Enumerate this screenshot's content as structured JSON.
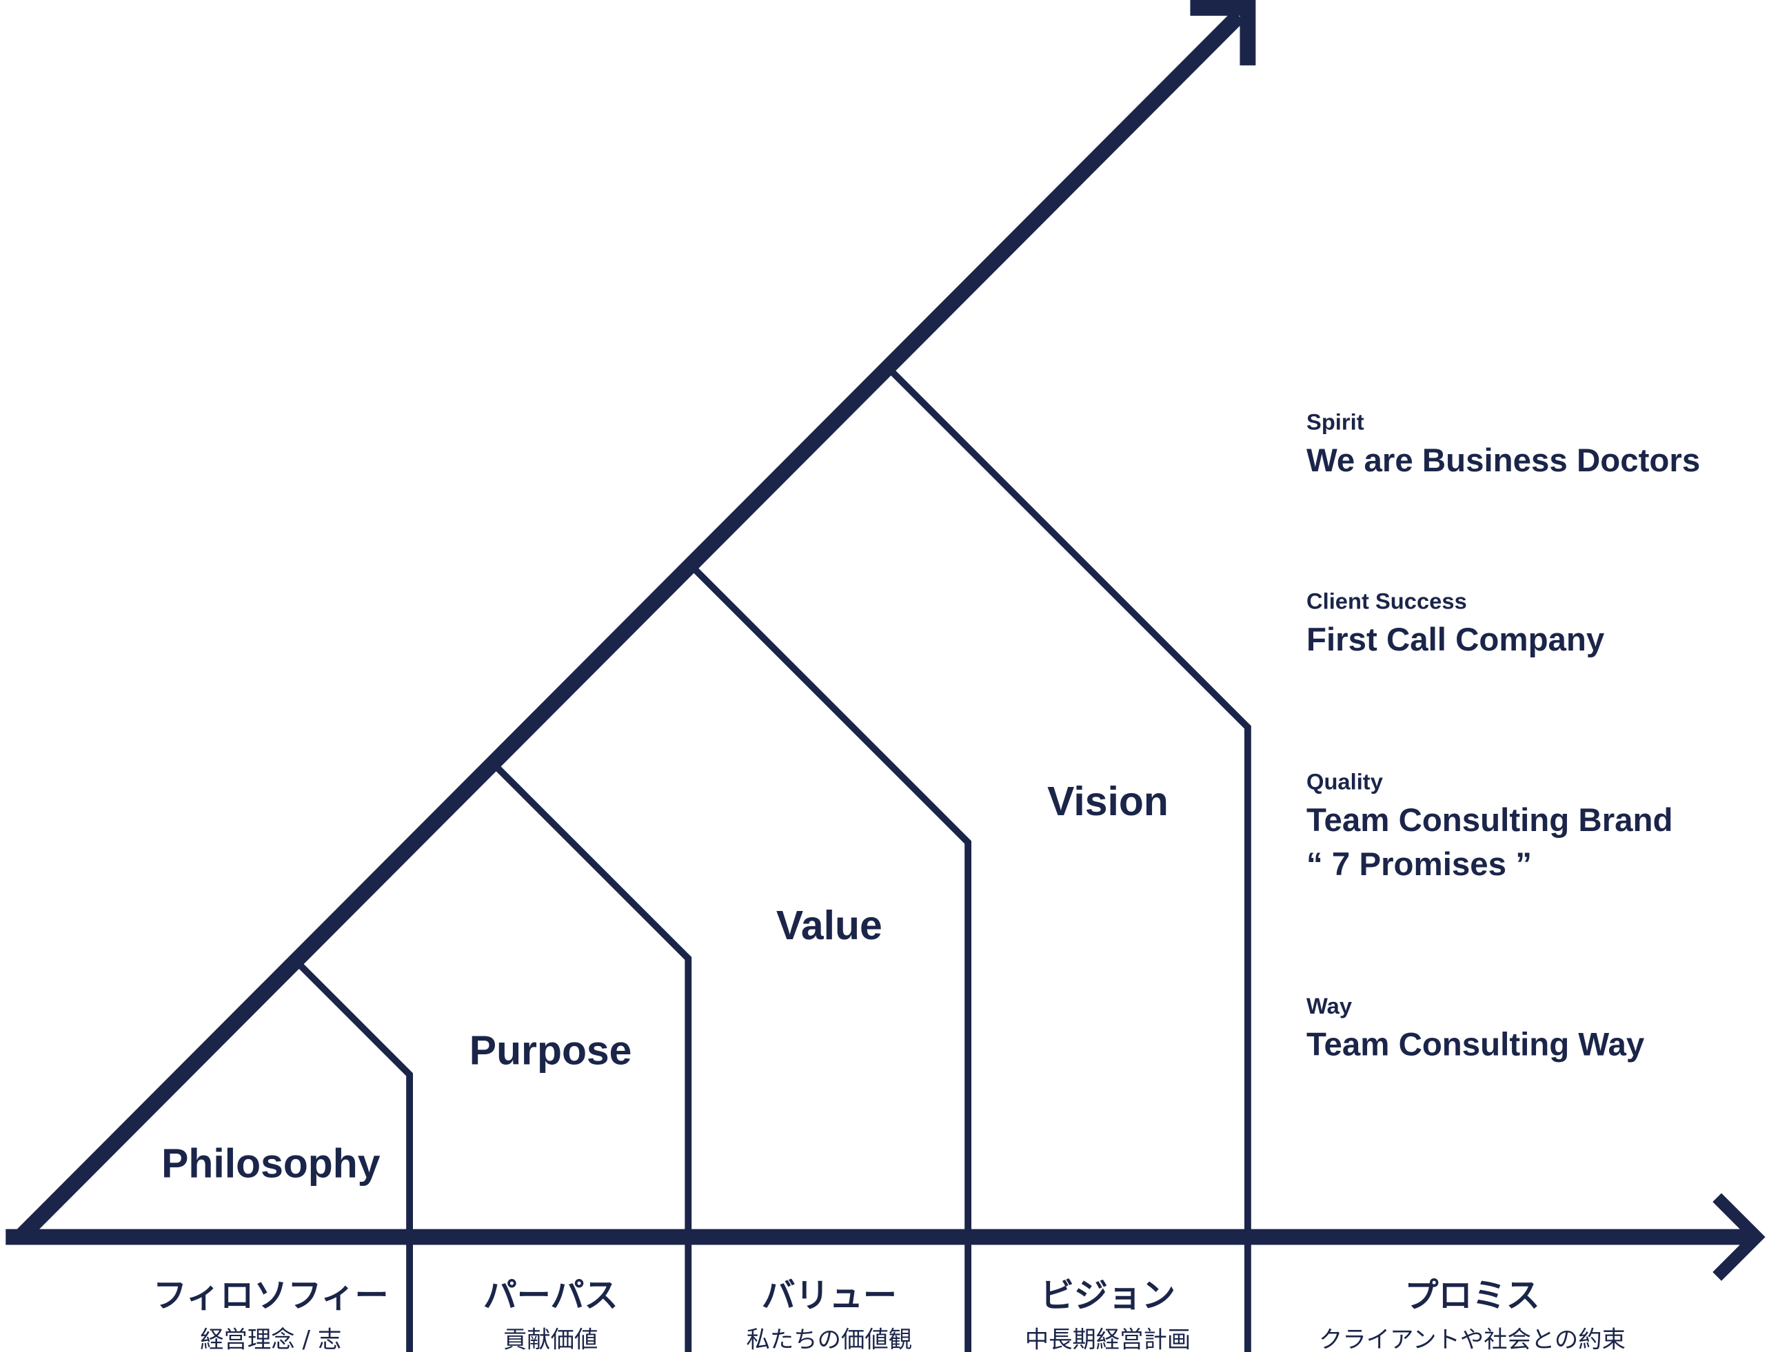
{
  "color": "#1b2549",
  "stages": [
    {
      "label": "Philosophy"
    },
    {
      "label": "Purpose"
    },
    {
      "label": "Value"
    },
    {
      "label": "Vision"
    }
  ],
  "axis_labels": [
    {
      "title": "フィロソフィー",
      "sub": "経営理念 / 志"
    },
    {
      "title": "パーパス",
      "sub": "貢献価値"
    },
    {
      "title": "バリュー",
      "sub": "私たちの価値観"
    },
    {
      "title": "ビジョン",
      "sub": "中長期経営計画"
    },
    {
      "title": "プロミス",
      "sub": "クライアントや社会との約束"
    }
  ],
  "promises": [
    {
      "caption": "Spirit",
      "lines": [
        "We are Business Doctors"
      ]
    },
    {
      "caption": "Client Success",
      "lines": [
        "First Call Company"
      ]
    },
    {
      "caption": "Quality",
      "lines": [
        "Team Consulting Brand",
        "“ 7 Promises ”"
      ]
    },
    {
      "caption": "Way",
      "lines": [
        "Team Consulting Way"
      ]
    }
  ]
}
